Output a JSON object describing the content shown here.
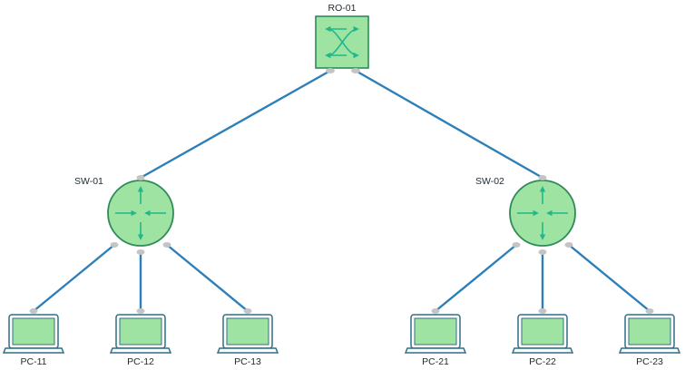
{
  "colors": {
    "link": "#2c7fb8",
    "device_fill": "#9fe3a3",
    "device_stroke": "#2e8b57",
    "device_arrows": "#1fb88a",
    "port": "#c4c4c4",
    "laptop_frame": "#2f6f86",
    "laptop_screen": "#9fe3a3"
  },
  "nodes": {
    "router": {
      "label": "RO-01",
      "type": "router",
      "icon": "router-icon"
    },
    "switches": [
      {
        "label": "SW-01",
        "type": "switch",
        "icon": "switch-icon"
      },
      {
        "label": "SW-02",
        "type": "switch",
        "icon": "switch-icon"
      }
    ],
    "pcs": [
      {
        "label": "PC-11",
        "icon": "laptop-icon"
      },
      {
        "label": "PC-12",
        "icon": "laptop-icon"
      },
      {
        "label": "PC-13",
        "icon": "laptop-icon"
      },
      {
        "label": "PC-21",
        "icon": "laptop-icon"
      },
      {
        "label": "PC-22",
        "icon": "laptop-icon"
      },
      {
        "label": "PC-23",
        "icon": "laptop-icon"
      }
    ]
  },
  "links": [
    {
      "from": "RO-01",
      "to": "SW-01"
    },
    {
      "from": "RO-01",
      "to": "SW-02"
    },
    {
      "from": "SW-01",
      "to": "PC-11"
    },
    {
      "from": "SW-01",
      "to": "PC-12"
    },
    {
      "from": "SW-01",
      "to": "PC-13"
    },
    {
      "from": "SW-02",
      "to": "PC-21"
    },
    {
      "from": "SW-02",
      "to": "PC-22"
    },
    {
      "from": "SW-02",
      "to": "PC-23"
    }
  ]
}
